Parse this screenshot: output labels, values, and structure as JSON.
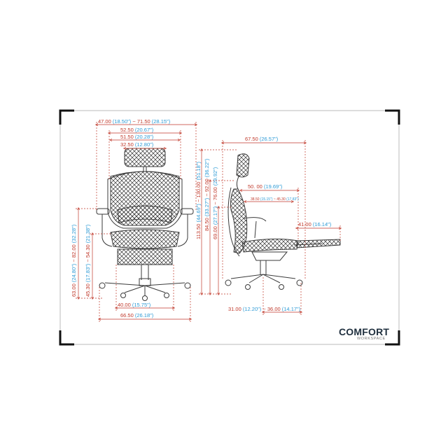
{
  "brand": {
    "name": "COMFORT",
    "sub": "WORKSPACE"
  },
  "colors": {
    "dim_line": "#c0392b",
    "metric": "#c0392b",
    "imperial": "#2e9bd6",
    "frame": "#1f1f1f",
    "outline": "#3a3a3a"
  },
  "front_view": {
    "width_range": {
      "metric": "47.00",
      "imperial": "(18.50\")",
      "sep": "~",
      "metric2": "71.50",
      "imperial2": "(28.15\")"
    },
    "width_a": {
      "metric": "52.50",
      "imperial": "(20.67\")"
    },
    "width_b": {
      "metric": "51.50",
      "imperial": "(20.28\")"
    },
    "headrest_width": {
      "metric": "32.50",
      "imperial": "(12.80\")"
    },
    "arm_height": {
      "metric": "63.00",
      "imperial": "(24.80\")",
      "sep": "~",
      "metric2": "82.00",
      "imperial2": "(32.28\")"
    },
    "seat_height": {
      "metric": "45.30",
      "imperial": "(17.83\")",
      "sep": "~",
      "metric2": "54.30",
      "imperial2": "(21.38\")"
    },
    "seat_width": {
      "metric": "40.00",
      "imperial": "(15.75\")"
    },
    "base_width": {
      "metric": "66.50",
      "imperial": "(26.18\")"
    }
  },
  "side_view": {
    "depth": {
      "metric": "67.50",
      "imperial": "(26.57\")"
    },
    "total_height": {
      "metric": "113.50",
      "imperial": "(44.69\")",
      "sep": "~",
      "metric2": "130.00",
      "imperial2": "(51.18\")"
    },
    "back_height_a": {
      "metric": "84.50",
      "imperial": "(33.27\")",
      "sep": "~",
      "metric2": "92.00",
      "imperial2": "(36.22\")"
    },
    "back_height_b": {
      "metric": "69.00",
      "imperial": "(27.17\")",
      "sep": "~",
      "metric2": "76.00",
      "imperial2": "(29.92\")"
    },
    "backrest_depth": {
      "metric": "50. 00",
      "imperial": "(19.69\")"
    },
    "seat_depth": {
      "metric": "38.50",
      "imperial": "(15.15\")",
      "sep": "~",
      "metric2": "45.30",
      "imperial2": "(17.83\")"
    },
    "footrest": {
      "metric": "41.00",
      "imperial": "(16.14\")"
    },
    "base_depth": {
      "metric": "31.00",
      "imperial": "(12.20\")",
      "sep": "~",
      "metric2": "36.00",
      "imperial2": "(14.17\")"
    }
  }
}
